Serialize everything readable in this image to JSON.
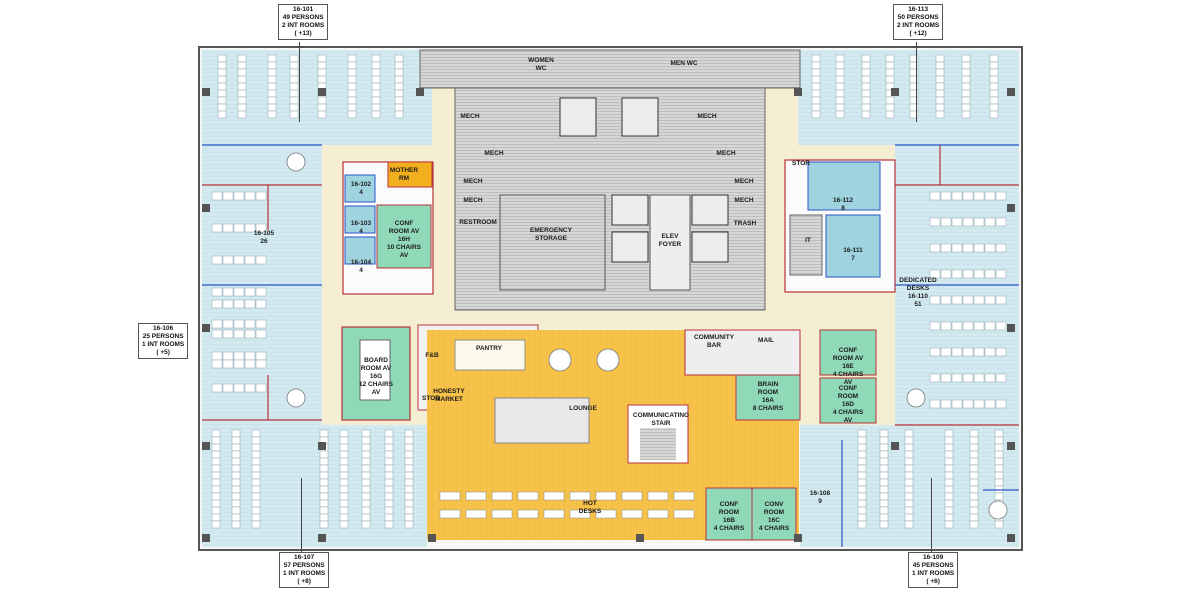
{
  "zones": {
    "z101": {
      "id": "16-101",
      "l1": "49 PERSONS",
      "l2": "2 INT ROOMS",
      "l3": "( +13)"
    },
    "z113": {
      "id": "16-113",
      "l1": "50 PERSONS",
      "l2": "2 INT ROOMS",
      "l3": "( +12)"
    },
    "z106": {
      "id": "16-106",
      "l1": "25 PERSONS",
      "l2": "1 INT ROOMS",
      "l3": "( +5)"
    },
    "z107": {
      "id": "16-107",
      "l1": "57 PERSONS",
      "l2": "1 INT ROOMS",
      "l3": "( +8)"
    },
    "z109": {
      "id": "16-109",
      "l1": "45 PERSONS",
      "l2": "1 INT ROOMS",
      "l3": "( +6)"
    }
  },
  "rooms": {
    "women_wc": [
      "WOMEN",
      "WC"
    ],
    "men_wc": "MEN WC",
    "mech": "MECH",
    "restroom": "RESTROOM",
    "emergency_storage": [
      "EMERGENCY",
      "STORAGE"
    ],
    "elev_foyer": [
      "ELEV",
      "FOYER"
    ],
    "trash": "TRASH",
    "stor": "STOR",
    "it": "IT",
    "mother_rm": [
      "MOTHER",
      "RM"
    ],
    "r102": [
      "16-102",
      "4"
    ],
    "r103": [
      "16-103",
      "4"
    ],
    "r104": [
      "16-104",
      "4"
    ],
    "conf16h": [
      "CONF",
      "ROOM AV",
      "16H",
      "10 CHAIRS",
      "AV"
    ],
    "r105": [
      "16-105",
      "26"
    ],
    "r112": [
      "16-112",
      "8"
    ],
    "r111": [
      "16-111",
      "7"
    ],
    "dedicated": [
      "DEDICATED",
      "DESKS",
      "16-110",
      "51"
    ],
    "board": [
      "BOARD",
      "ROOM AV",
      "16G",
      "12 CHAIRS",
      "AV"
    ],
    "fnb": "F&B",
    "pantry": "PANTRY",
    "honesty": [
      "HONESTY",
      "MARKET"
    ],
    "community_bar": [
      "COMMUNITY",
      "BAR"
    ],
    "mail": "MAIL",
    "lounge": "LOUNGE",
    "brain": [
      "BRAIN",
      "ROOM",
      "16A",
      "8 CHAIRS"
    ],
    "conf16e": [
      "CONF",
      "ROOM AV",
      "16E",
      "4 CHAIRS",
      "AV"
    ],
    "conf16d": [
      "CONF",
      "ROOM",
      "16D",
      "4 CHAIRS",
      "AV"
    ],
    "stair": [
      "COMMUNICATING",
      "STAIR"
    ],
    "r108": [
      "16-108",
      "9"
    ],
    "hot_desks": [
      "HOT",
      "DESKS"
    ],
    "conf16b": [
      "CONF",
      "ROOM",
      "16B",
      "4 CHAIRS"
    ],
    "conf16c": [
      "CONV",
      "ROOM",
      "16C",
      "4 CHAIRS"
    ]
  },
  "colors": {
    "workspace": "#cfe6ee",
    "corridor": "#f6eed2",
    "lounge": "#f6c24a",
    "conference": "#8fd8b8",
    "core": "#c9c9c9",
    "wall_red": "#b8323a",
    "wall_blue": "#2a55c8",
    "mother_rm": "#f2b01e"
  }
}
